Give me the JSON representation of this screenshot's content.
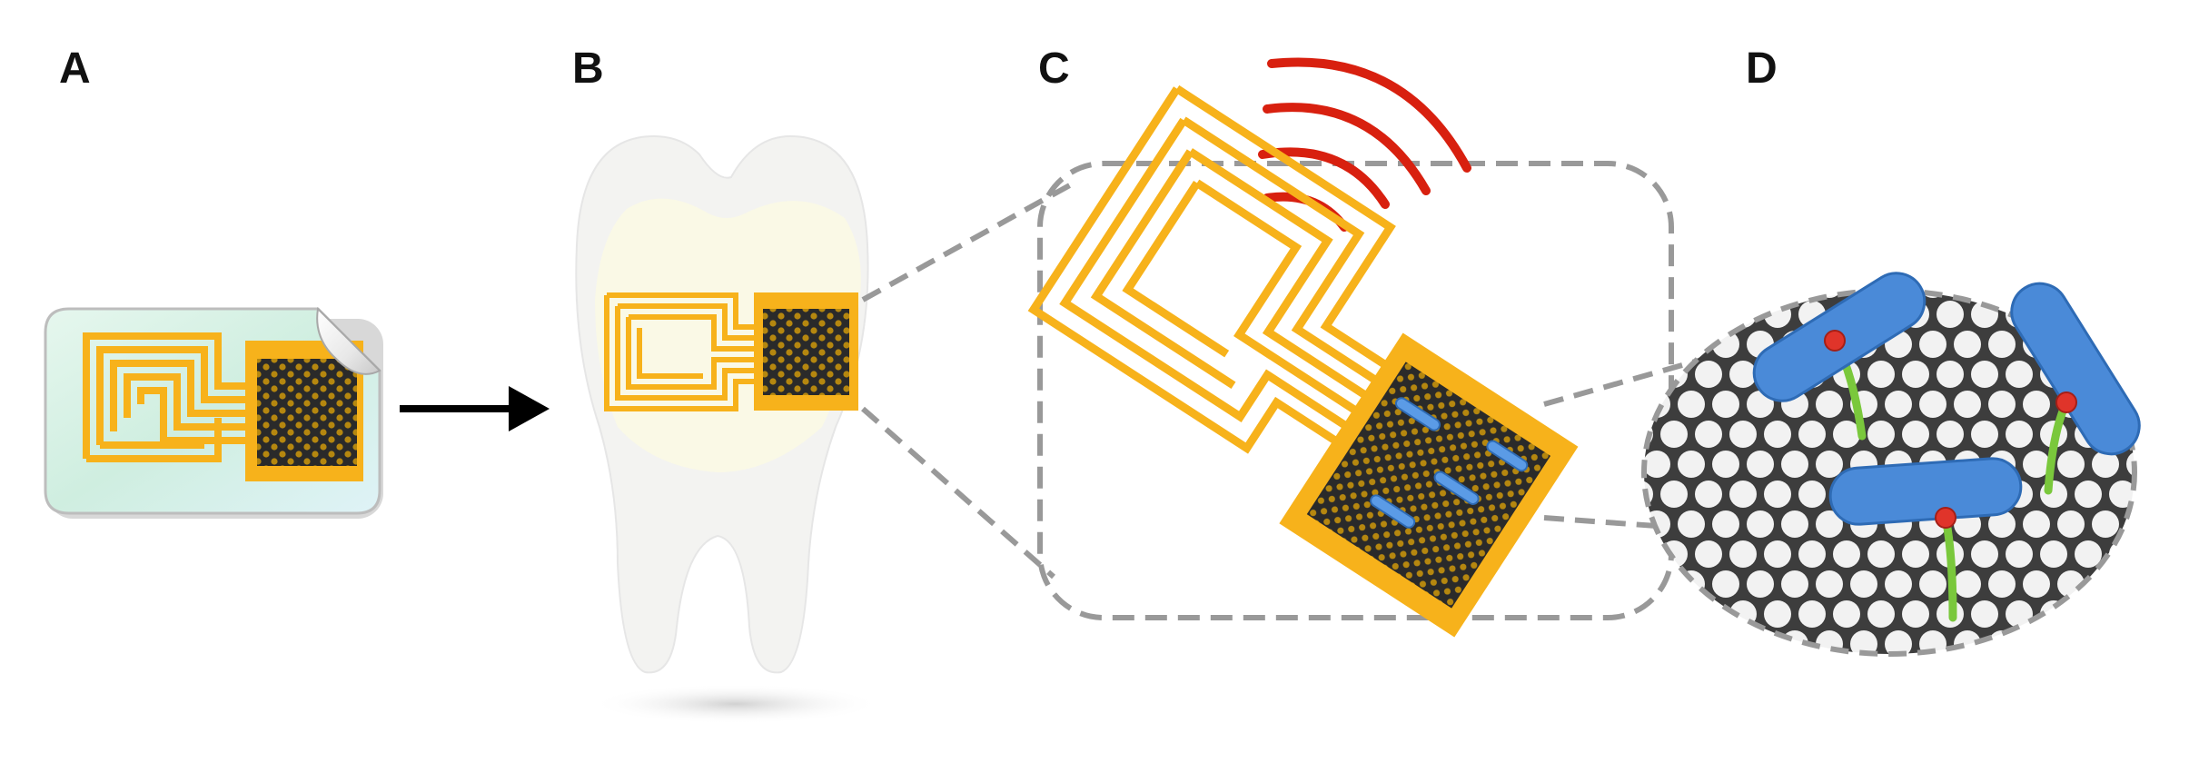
{
  "panels": {
    "a": {
      "label": "A"
    },
    "b": {
      "label": "B"
    },
    "c": {
      "label": "C"
    },
    "d": {
      "label": "D"
    }
  },
  "colors": {
    "gold": "#f7b21b",
    "goldDark": "#e09a10",
    "silk": "#cfeee0",
    "bacteria": "#4a8ad8",
    "wireless": "#d8200f",
    "graphene": "#3a3a3a",
    "peptideStem": "#7ac83c",
    "peptideHead": "#e0342a",
    "dashed": "#999999"
  },
  "icons": [
    "sensor-tattoo-icon",
    "tooth-icon",
    "wireless-signal-icon",
    "graphene-lattice-icon",
    "bacteria-icon"
  ]
}
